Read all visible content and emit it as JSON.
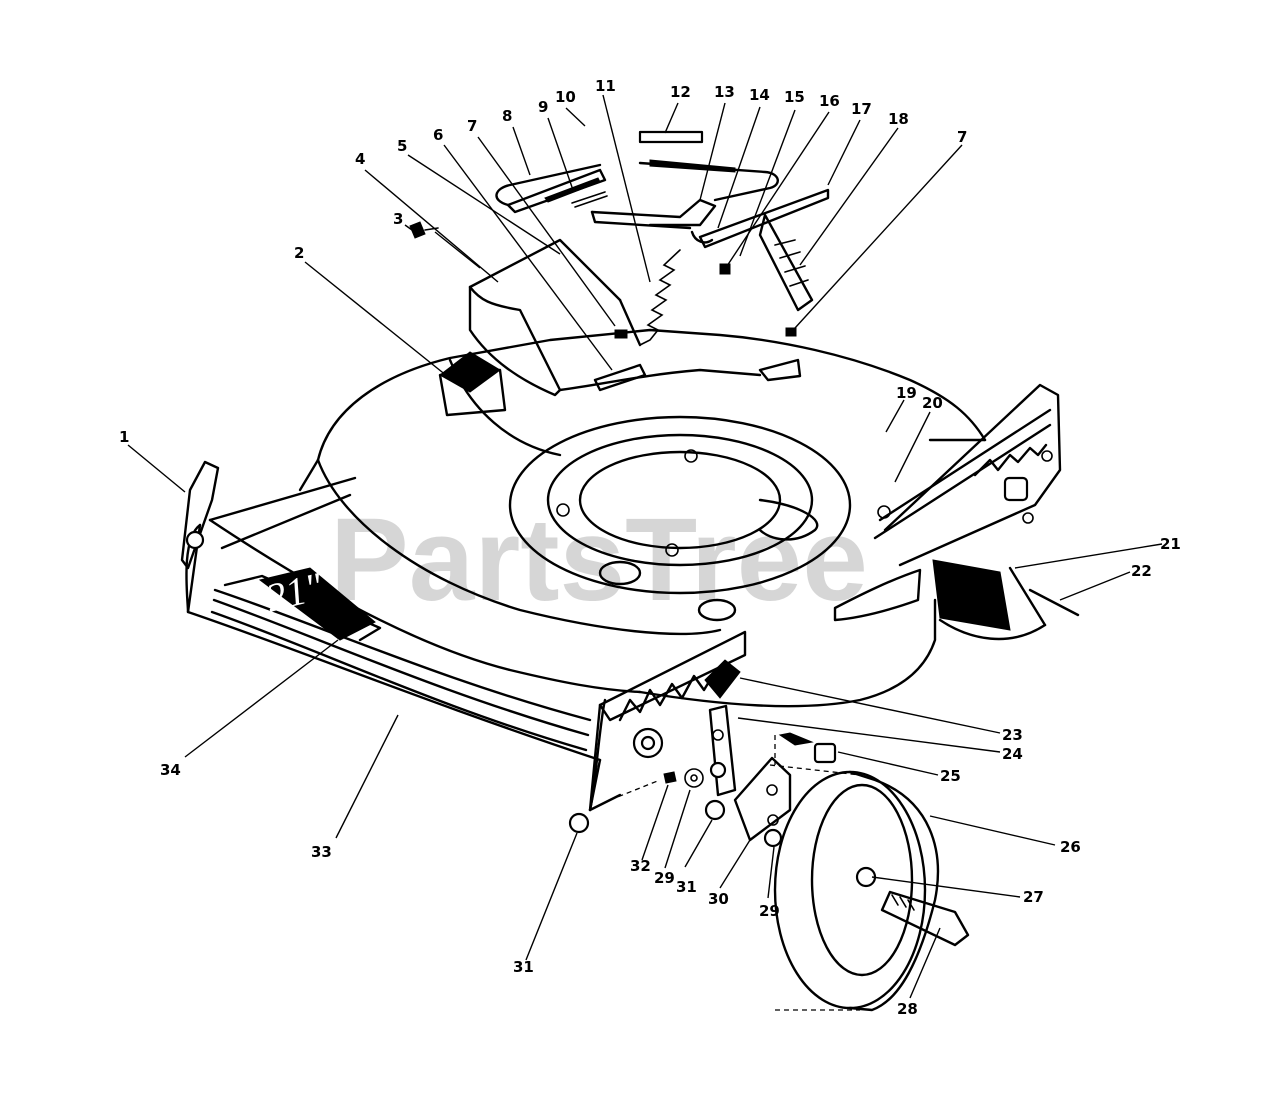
{
  "watermark": "PartsTree",
  "deck_label": "21\"",
  "callouts": [
    "1",
    "2",
    "3",
    "4",
    "5",
    "6",
    "7",
    "8",
    "9",
    "10",
    "11",
    "12",
    "13",
    "14",
    "15",
    "16",
    "17",
    "7",
    "18",
    "19",
    "20",
    "21",
    "22",
    "23",
    "24",
    "25",
    "26",
    "27",
    "28",
    "29",
    "30",
    "29",
    "31",
    "31",
    "32",
    "33",
    "34"
  ]
}
